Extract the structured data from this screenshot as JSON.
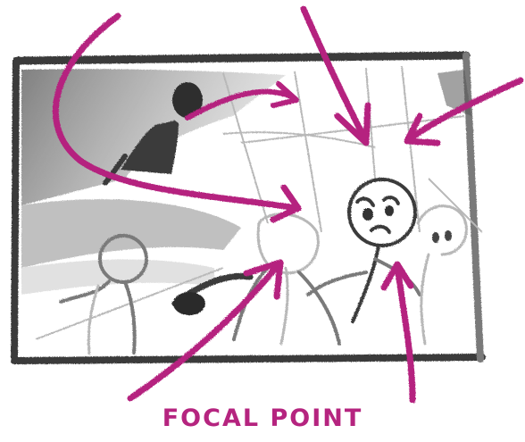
{
  "caption": "FOCAL POINT",
  "colors": {
    "arrow": "#b5247f",
    "pencil_dark": "#3a3a3a",
    "pencil_mid": "#7a7a7a",
    "pencil_light": "#b8b8b8",
    "background": "#ffffff"
  },
  "elements": {
    "frame": "storyboard-frame",
    "arrows": [
      "curved-arrow-from-top-left",
      "arrow-from-top",
      "arrow-from-top-right",
      "arrow-from-silhouette",
      "arrow-from-bottom-left",
      "arrow-from-bottom"
    ],
    "figures": [
      "silhouette-figure",
      "sad-face-character",
      "foreground-figure-left",
      "background-figure-right"
    ]
  }
}
